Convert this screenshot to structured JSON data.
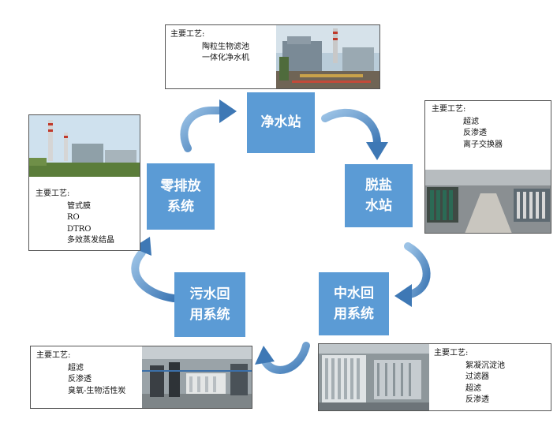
{
  "nodes": {
    "clean_water": [
      "净水站"
    ],
    "desalination": [
      "脱盐",
      "水站"
    ],
    "reclaimed": [
      "中水回",
      "用系统"
    ],
    "sewage": [
      "污水回",
      "用系统"
    ],
    "zero_discharge": [
      "零排放",
      "系统"
    ]
  },
  "panels": {
    "clean_water": {
      "heading": "主要工艺:",
      "items": [
        "陶粒生物滤池",
        "一体化净水机"
      ]
    },
    "desalination": {
      "heading": "主要工艺:",
      "items": [
        "超滤",
        "反渗透",
        "离子交换器"
      ]
    },
    "reclaimed": {
      "heading": "主要工艺:",
      "items": [
        "絮凝沉淀池",
        "过滤器",
        "超滤",
        "反渗透"
      ]
    },
    "sewage": {
      "heading": "主要工艺:",
      "items": [
        "超滤",
        "反渗透",
        "臭氧-生物活性炭"
      ]
    },
    "zero_discharge": {
      "heading": "主要工艺:",
      "items": [
        "管式膜",
        "RO",
        "DTRO",
        "多效蒸发结晶"
      ]
    }
  },
  "colors": {
    "box": "#5b9bd5",
    "arrow": "#4f86c0"
  }
}
